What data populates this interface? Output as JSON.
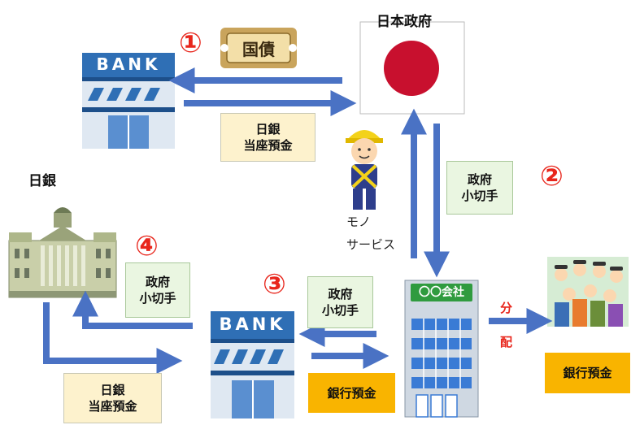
{
  "title": "日本政府",
  "boj_label": "日銀",
  "steps": [
    "①",
    "②",
    "③",
    "④"
  ],
  "bond_label": "国債",
  "bank_sign": "BANK",
  "box_boj_deposit_top": [
    "日銀",
    "当座預金"
  ],
  "box_gov_check_right": [
    "政府",
    "小切手"
  ],
  "box_gov_check_left": [
    "政府",
    "小切手"
  ],
  "box_gov_check_mid": [
    "政府",
    "小切手"
  ],
  "box_boj_deposit_bottom": [
    "日銀",
    "当座預金"
  ],
  "goods_services": [
    "モノ",
    "サービス"
  ],
  "company_sign": "〇〇会社",
  "bank_deposit_bottom": "銀行預金",
  "bank_deposit_right": "銀行預金",
  "distribute": [
    "分",
    "配"
  ],
  "colors": {
    "arrow": "#4a72c4",
    "red": "#e8261c",
    "orange": "#f9b400",
    "cream": "#fdf2cd",
    "green": "#eaf6e1",
    "flag_red": "#c8102e"
  }
}
